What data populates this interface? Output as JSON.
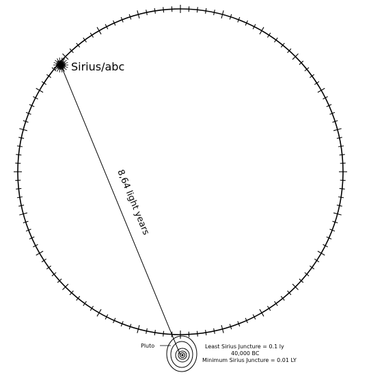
{
  "labels": {
    "star": "Sirius/abc",
    "distance": "8,64 light years",
    "pluto": "Pluto",
    "note_line1": "Least Sirius Juncture = 0.1 ly",
    "note_line2": "40,000 BC",
    "note_line3": "Minimum Sirius Juncture = 0.01 LY"
  },
  "colors": {
    "ink": "#000000",
    "background": "#ffffff"
  }
}
